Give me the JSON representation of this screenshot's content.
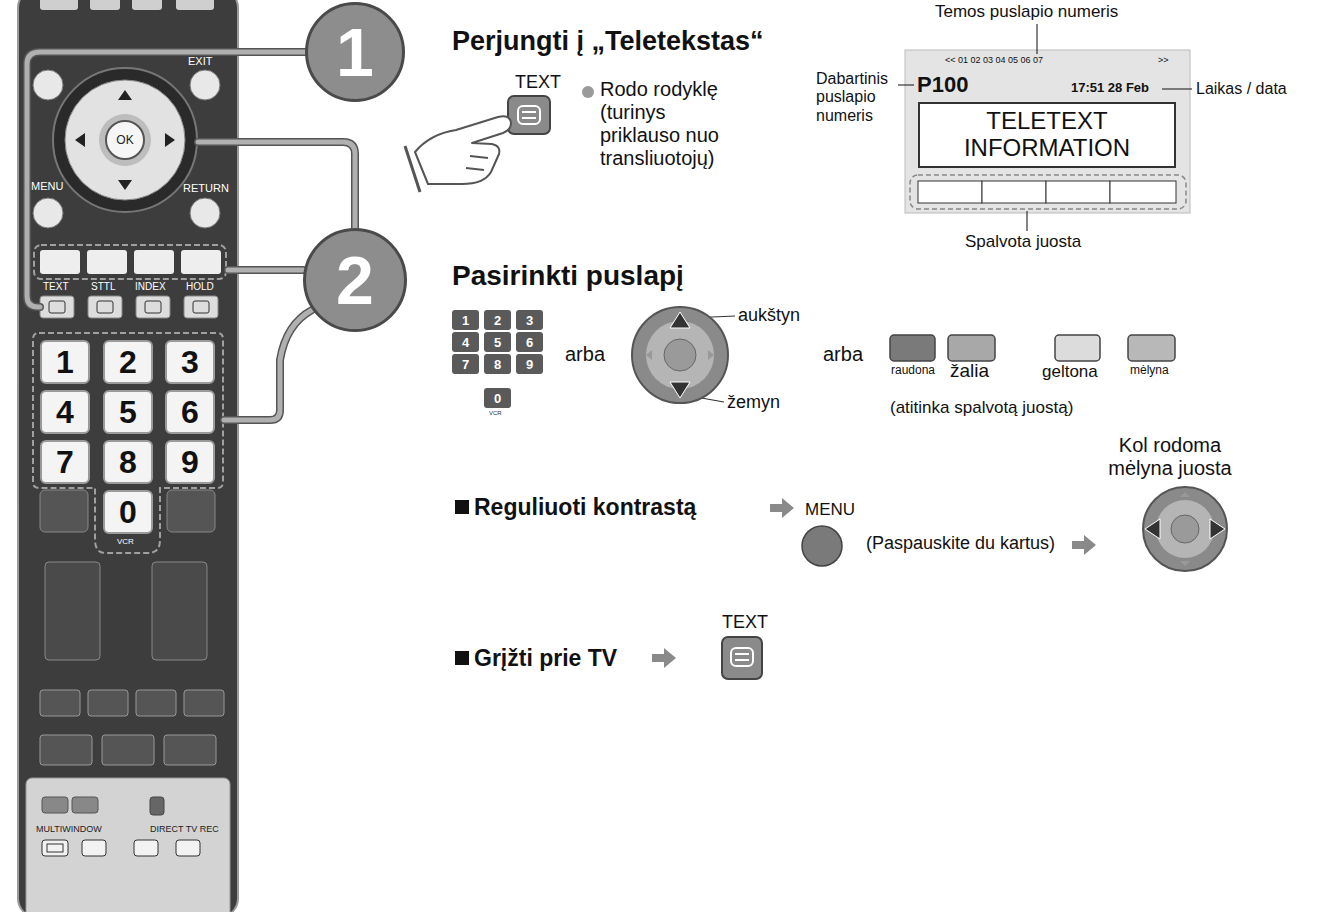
{
  "diagram": {
    "nodes": [
      {
        "text": [
          "1"
        ]
      },
      {
        "text": [
          "2"
        ]
      },
      {
        "text": [
          "1"
        ]
      },
      {
        "text": [
          "2"
        ]
      },
      {
        "text": [
          "3"
        ]
      },
      {
        "text": [
          "4"
        ]
      },
      {
        "text": [
          "5"
        ]
      },
      {
        "text": [
          "6"
        ]
      },
      {
        "text": [
          "7"
        ]
      },
      {
        "text": [
          "8"
        ]
      },
      {
        "text": [
          "9"
        ]
      },
      {
        "text": [
          "0"
        ]
      },
      {
        "text": [
          "OK"
        ]
      },
      {
        "text": [
          "<< 01 02 03 04 05 06 07",
          ">>",
          "P100",
          "17:51 28 Feb"
        ]
      },
      {
        "text": [
          "TELETEXT INFORMATION"
        ],
        "in": 13
      },
      {
        "text": [
          "1"
        ]
      },
      {
        "text": [
          "2"
        ]
      },
      {
        "text": [
          "3"
        ]
      },
      {
        "text": [
          "4"
        ]
      },
      {
        "text": [
          "5"
        ]
      },
      {
        "text": [
          "6"
        ]
      },
      {
        "text": [
          "7"
        ]
      },
      {
        "text": [
          "8"
        ]
      },
      {
        "text": [
          "9"
        ]
      },
      {
        "text": [
          "0"
        ]
      }
    ],
    "labels": [
      "EXIT",
      "MENU",
      "RETURN",
      "TEXT",
      "STTL",
      "INDEX",
      "HOLD",
      "VCR",
      "MULTIWINDOW",
      "DIRECT TV REC",
      "Perjungti į „Teletekstas“",
      "TEXT",
      "Rodo rodyklę (turinys priklauso nuo transliuotojų)",
      "Temos puslapio numeris",
      "Dabartinis puslapio numeris",
      "Laikas / data",
      "Spalvota juosta",
      "Pasirinkti puslapį",
      "VCR",
      "arba",
      "aukštyn",
      "žemyn",
      "arba",
      "raudona",
      "žalia",
      "geltona",
      "mėlyna",
      "(atitinka spalvotą juostą)",
      "Kol rodoma mėlyna juosta",
      "Reguliuoti kontrastą",
      "MENU",
      "(Paspauskite du kartus)",
      "Grįžti prie TV",
      "TEXT"
    ]
  }
}
